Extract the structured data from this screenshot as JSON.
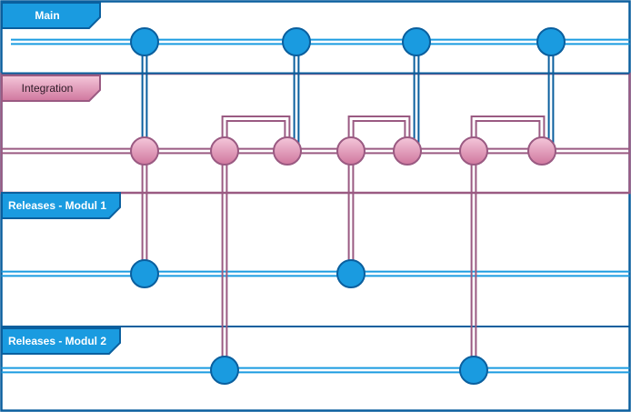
{
  "colors": {
    "blue": "#1a9be0",
    "blue_stroke": "#0a5f9e",
    "pink_fill_top": "#f4c7da",
    "pink_fill_bottom": "#d0779e",
    "pink_stroke": "#9a5a82",
    "white": "#ffffff",
    "tag_text_dark": "#2d1a26"
  },
  "lanes": [
    {
      "id": "main",
      "label": "Main",
      "style": "blue"
    },
    {
      "id": "integration",
      "label": "Integration",
      "style": "pink"
    },
    {
      "id": "releases-modul-1",
      "label": "Releases - Modul 1",
      "style": "blue"
    },
    {
      "id": "releases-modul-2",
      "label": "Releases - Modul 2",
      "style": "blue"
    }
  ],
  "commits": [
    {
      "id": "m1",
      "lane": "main",
      "style": "blue"
    },
    {
      "id": "m2",
      "lane": "main",
      "style": "blue"
    },
    {
      "id": "m3",
      "lane": "main",
      "style": "blue"
    },
    {
      "id": "m4",
      "lane": "main",
      "style": "blue"
    },
    {
      "id": "i1",
      "lane": "integration",
      "style": "pink"
    },
    {
      "id": "i2",
      "lane": "integration",
      "style": "pink"
    },
    {
      "id": "i3",
      "lane": "integration",
      "style": "pink"
    },
    {
      "id": "i4",
      "lane": "integration",
      "style": "pink"
    },
    {
      "id": "i5",
      "lane": "integration",
      "style": "pink"
    },
    {
      "id": "i6",
      "lane": "integration",
      "style": "pink"
    },
    {
      "id": "i7",
      "lane": "integration",
      "style": "pink"
    },
    {
      "id": "r1a",
      "lane": "releases-modul-1",
      "style": "blue"
    },
    {
      "id": "r1b",
      "lane": "releases-modul-1",
      "style": "blue"
    },
    {
      "id": "r2a",
      "lane": "releases-modul-2",
      "style": "blue"
    },
    {
      "id": "r2b",
      "lane": "releases-modul-2",
      "style": "blue"
    }
  ],
  "links": [
    {
      "from": "m1",
      "to": "i1"
    },
    {
      "from": "m2",
      "to": "i3"
    },
    {
      "from": "m3",
      "to": "i5"
    },
    {
      "from": "m4",
      "to": "i7"
    },
    {
      "from": "i2",
      "to": "i3"
    },
    {
      "from": "i4",
      "to": "i5"
    },
    {
      "from": "i6",
      "to": "i7"
    },
    {
      "from": "i1",
      "to": "r1a"
    },
    {
      "from": "i4",
      "to": "r1b"
    },
    {
      "from": "i2",
      "to": "r2a"
    },
    {
      "from": "i6",
      "to": "r2b"
    }
  ]
}
